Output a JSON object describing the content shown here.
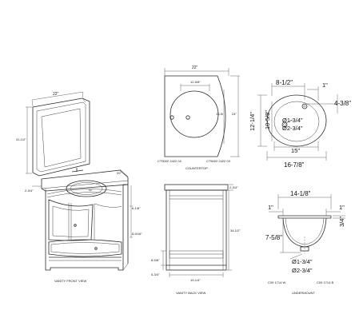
{
  "front_view": {
    "title": "VANITY FRONT VIEW",
    "dim_mirror_width": "22\"",
    "dim_mirror_height": "31-1/2\"",
    "dim_depth": "20\"",
    "dim_top_offset": "2-3/4\"",
    "dim_upper": "6-1/8\"",
    "dim_lower": "8-9/16\""
  },
  "countertop": {
    "title": "COUNTERTOP",
    "dim_width": "22\"",
    "dim_bowl_width": "12-5/8\"",
    "dim_bowl_depth": "15-5/",
    "dim_depth": "24\"",
    "model_left": "CT5002 2422 02",
    "model_right": "CT5002 2422 03"
  },
  "back_view": {
    "title": "VANITY BACK VIEW",
    "dim_top": "2-3/4\"",
    "dim_height": "34-1/2\"",
    "dim_shelf": "8-5/8\"",
    "dim_base": "5-3/4\"",
    "dim_width": "19-1/4\""
  },
  "bowl_plan": {
    "dim_top": "8-1/2\"",
    "dim_right_top": "1\"",
    "dim_right": "4-3/8\"",
    "dim_height": "12-1/4\"",
    "dim_inner_height": "10-5/8\"",
    "dim_drain": "Ø1-3/4\"",
    "dim_overflow": "Ø2-3/4\"",
    "dim_inner_width": "15\"",
    "dim_width": "16-7/8\""
  },
  "undermount": {
    "title": "UNDERMOUNT",
    "dim_width": "14-1/8\"",
    "dim_left": "1\"",
    "dim_right": "1\"",
    "dim_depth": "7-5/8\"",
    "dim_side": "3/4\"",
    "dim_drain": "Ø1-3/4\"",
    "dim_overflow": "Ø2-3/4\"",
    "model_left": "C09 1714 W",
    "model_right": "C09 1714 B"
  }
}
